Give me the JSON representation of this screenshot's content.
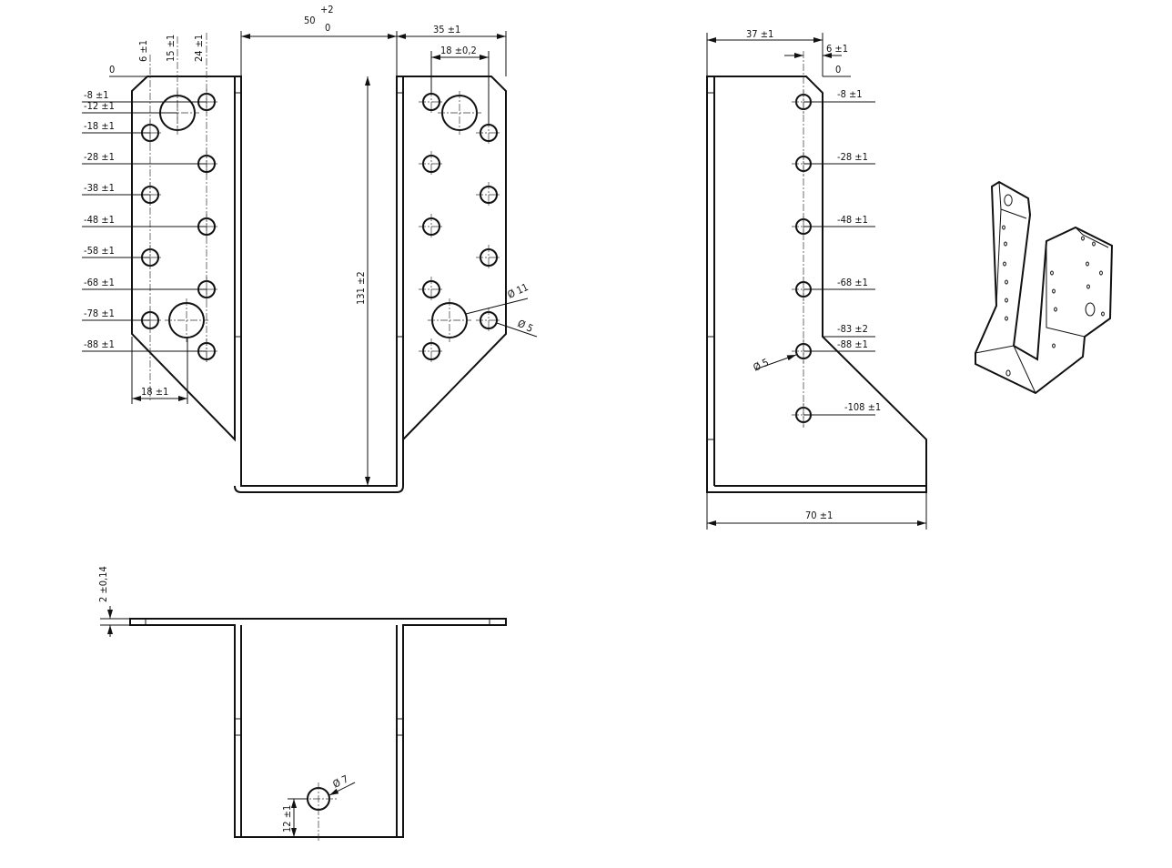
{
  "front_view": {
    "width_top": "50",
    "width_tol_upper": "+2",
    "width_tol_lower": "0",
    "flange_width": "35 ±1",
    "hole_spacing": "18 ±0,2",
    "height": "131 ±2",
    "zero_label": "0",
    "col_dims": [
      "6 ±1",
      "15 ±1",
      "24 ±1"
    ],
    "row_dims": [
      "-8 ±1",
      "-12 ±1",
      "-18 ±1",
      "-28 ±1",
      "-38 ±1",
      "-48 ±1",
      "-58 ±1",
      "-68 ±1",
      "-78 ±1",
      "-88 ±1"
    ],
    "bottom_dim": "18 ±1",
    "large_hole_dia": "Ø 11",
    "small_hole_dia": "Ø 5"
  },
  "side_view": {
    "width_dim": "37 ±1",
    "offset_dim": "6 ±1",
    "zero_label": "0",
    "row_dims": [
      "-8 ±1",
      "-28 ±1",
      "-48 ±1",
      "-68 ±1",
      "-83 ±2",
      "-88 ±1",
      "-108 ±1"
    ],
    "hole_dia": "Ø 5",
    "base_width": "70 ±1"
  },
  "bottom_view": {
    "thickness": "2 ±0,14",
    "hole_offset": "12 ±1",
    "hole_dia": "Ø 7"
  }
}
